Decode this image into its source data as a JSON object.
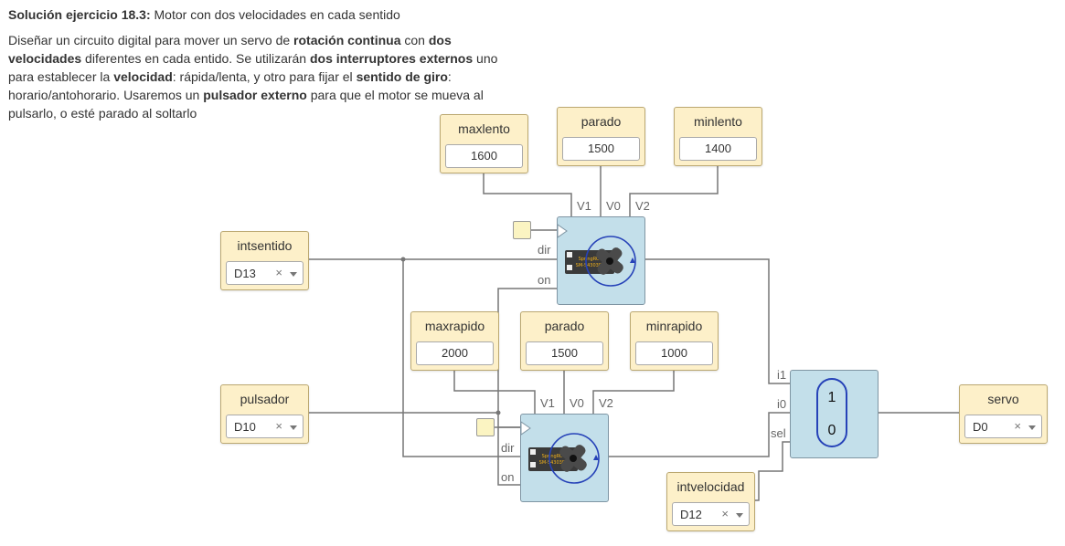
{
  "header": {
    "title_bold": "Solución ejercicio 18.3:",
    "title_rest": " Motor con dos velocidades en cada sentido",
    "desc": [
      {
        "t": "Diseñar un circuito digital para mover un servo de ",
        "b": false
      },
      {
        "t": "rotación continua",
        "b": true
      },
      {
        "t": " con ",
        "b": false
      },
      {
        "t": "dos velocidades",
        "b": true
      },
      {
        "t": " diferentes en cada entido. Se utilizarán ",
        "b": false
      },
      {
        "t": "dos interruptores externos",
        "b": true
      },
      {
        "t": " uno para establecer la ",
        "b": false
      },
      {
        "t": "velocidad",
        "b": true
      },
      {
        "t": ": rápida/lenta, y otro para fijar el ",
        "b": false
      },
      {
        "t": "sentido de giro",
        "b": true
      },
      {
        "t": ": horario/antohorario. Usaremos un ",
        "b": false
      },
      {
        "t": "pulsador externo",
        "b": true
      },
      {
        "t": " para que el motor se mueva al pulsarlo, o esté parado al soltarlo",
        "b": false
      }
    ]
  },
  "constants": {
    "maxlento": {
      "label": "maxlento",
      "value": "1600"
    },
    "parado_top": {
      "label": "parado",
      "value": "1500"
    },
    "minlento": {
      "label": "minlento",
      "value": "1400"
    },
    "maxrapido": {
      "label": "maxrapido",
      "value": "2000"
    },
    "parado_bottom": {
      "label": "parado",
      "value": "1500"
    },
    "minrapido": {
      "label": "minrapido",
      "value": "1000"
    }
  },
  "inputs": {
    "intsentido": {
      "label": "intsentido",
      "pin": "D13",
      "clear": "×"
    },
    "pulsador": {
      "label": "pulsador",
      "pin": "D10",
      "clear": "×"
    },
    "intvelocidad": {
      "label": "intvelocidad",
      "pin": "D12",
      "clear": "×"
    }
  },
  "outputs": {
    "servo": {
      "label": "servo",
      "pin": "D0",
      "clear": "×"
    }
  },
  "servo_ports": {
    "v1": "V1",
    "v0": "V0",
    "v2": "V2",
    "dir": "dir",
    "on": "on"
  },
  "mux": {
    "i1": "i1",
    "i0": "i0",
    "sel": "sel",
    "digit1": "1",
    "digit0": "0"
  },
  "servo_icon_text": "SpringRC\nSM-S4303R",
  "colors": {
    "wire": "#777777",
    "const_bg": "#fdf0c9",
    "servo_bg": "#c3dfea",
    "accent": "#2642b8"
  }
}
